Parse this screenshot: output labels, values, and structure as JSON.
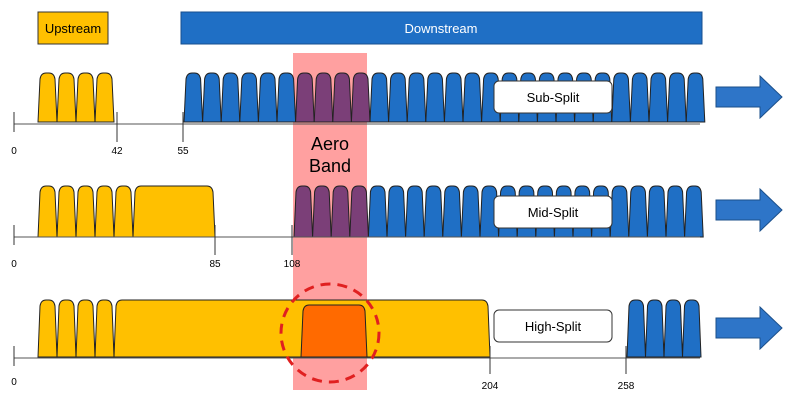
{
  "legend": {
    "upstream_label": "Upstream",
    "downstream_label": "Downstream"
  },
  "aero_band": {
    "line1": "Aero",
    "line2": "Band"
  },
  "rows": [
    {
      "label": "Sub-Split",
      "ticks": [
        {
          "value": 0,
          "label": "0"
        },
        {
          "value": 42,
          "label": "42"
        },
        {
          "value": 55,
          "label": "55"
        }
      ]
    },
    {
      "label": "Mid-Split",
      "ticks": [
        {
          "value": 0,
          "label": "0"
        },
        {
          "value": 85,
          "label": "85"
        },
        {
          "value": 108,
          "label": "108"
        }
      ]
    },
    {
      "label": "High-Split",
      "ticks": [
        {
          "value": 0,
          "label": "0"
        },
        {
          "value": 204,
          "label": "204"
        },
        {
          "value": 258,
          "label": "258"
        }
      ]
    }
  ],
  "colors": {
    "upstream": "#FFC000",
    "downstream": "#1F6FC5",
    "aero_band": "#FF7F7F",
    "overlap": "#FF6A00",
    "circle": "#E02020",
    "arrow": "#2E75C8"
  },
  "icons": [
    "right-arrow-icon"
  ]
}
